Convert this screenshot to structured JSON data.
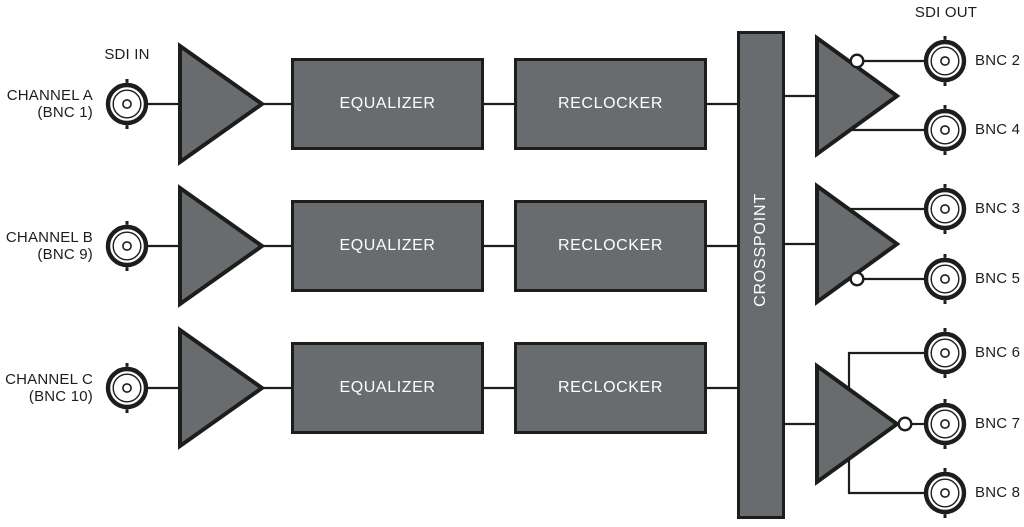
{
  "titles": {
    "sdi_in": "SDI IN",
    "sdi_out": "SDI OUT"
  },
  "channels": [
    {
      "name": "CHANNEL A",
      "bnc": "(BNC 1)"
    },
    {
      "name": "CHANNEL B",
      "bnc": "(BNC 9)"
    },
    {
      "name": "CHANNEL C",
      "bnc": "(BNC 10)"
    }
  ],
  "blocks": {
    "equalizer": "EQUALIZER",
    "reclocker": "RECLOCKER",
    "crosspoint": "CROSSPOINT"
  },
  "outputs": [
    "BNC 2",
    "BNC 4",
    "BNC 3",
    "BNC 5",
    "BNC 6",
    "BNC 7",
    "BNC 8"
  ],
  "icons": {
    "bnc_connector": "bnc-connector-icon",
    "amplifier": "amplifier-triangle-icon",
    "inversion_bubble": "inverter-bubble-icon"
  },
  "colors": {
    "block_fill": "#696c6e",
    "outline": "#1d1d1b",
    "block_text": "#ffffff",
    "label_text": "#1d1d1b",
    "background": "#ffffff"
  }
}
